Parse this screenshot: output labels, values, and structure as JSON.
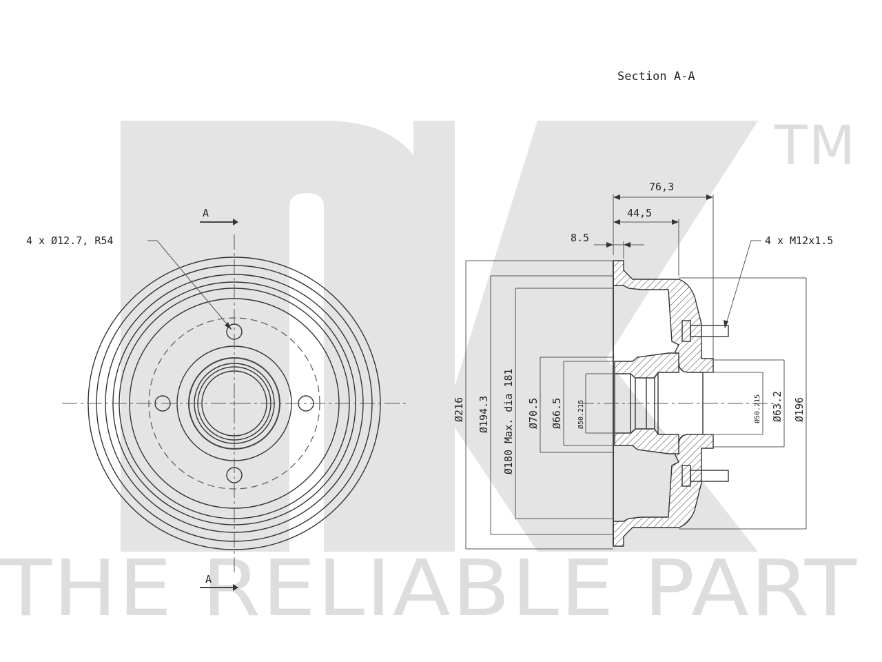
{
  "title": "Section A-A",
  "watermark": {
    "trademark": "TM",
    "slogan": "THE RELIABLE PART"
  },
  "front_view": {
    "section_marker_top": "A",
    "section_marker_bottom": "A",
    "bolt_hole_label": "4 x Ø12.7, R54"
  },
  "section_view": {
    "dim_width_total": "76,3",
    "dim_width_hub": "44,5",
    "dim_flange": "8.5",
    "stud_label": "4 x M12x1.5",
    "diameters_left": [
      "Ø216",
      "Ø194.3",
      "Ø180 Max. dia 181",
      "Ø70.5",
      "Ø66.5",
      "Ø50.215"
    ],
    "diameters_right": [
      "Ø50.215",
      "Ø63.2",
      "Ø196"
    ]
  },
  "colors": {
    "line": "#333333",
    "watermark": "#e0e0e0"
  }
}
